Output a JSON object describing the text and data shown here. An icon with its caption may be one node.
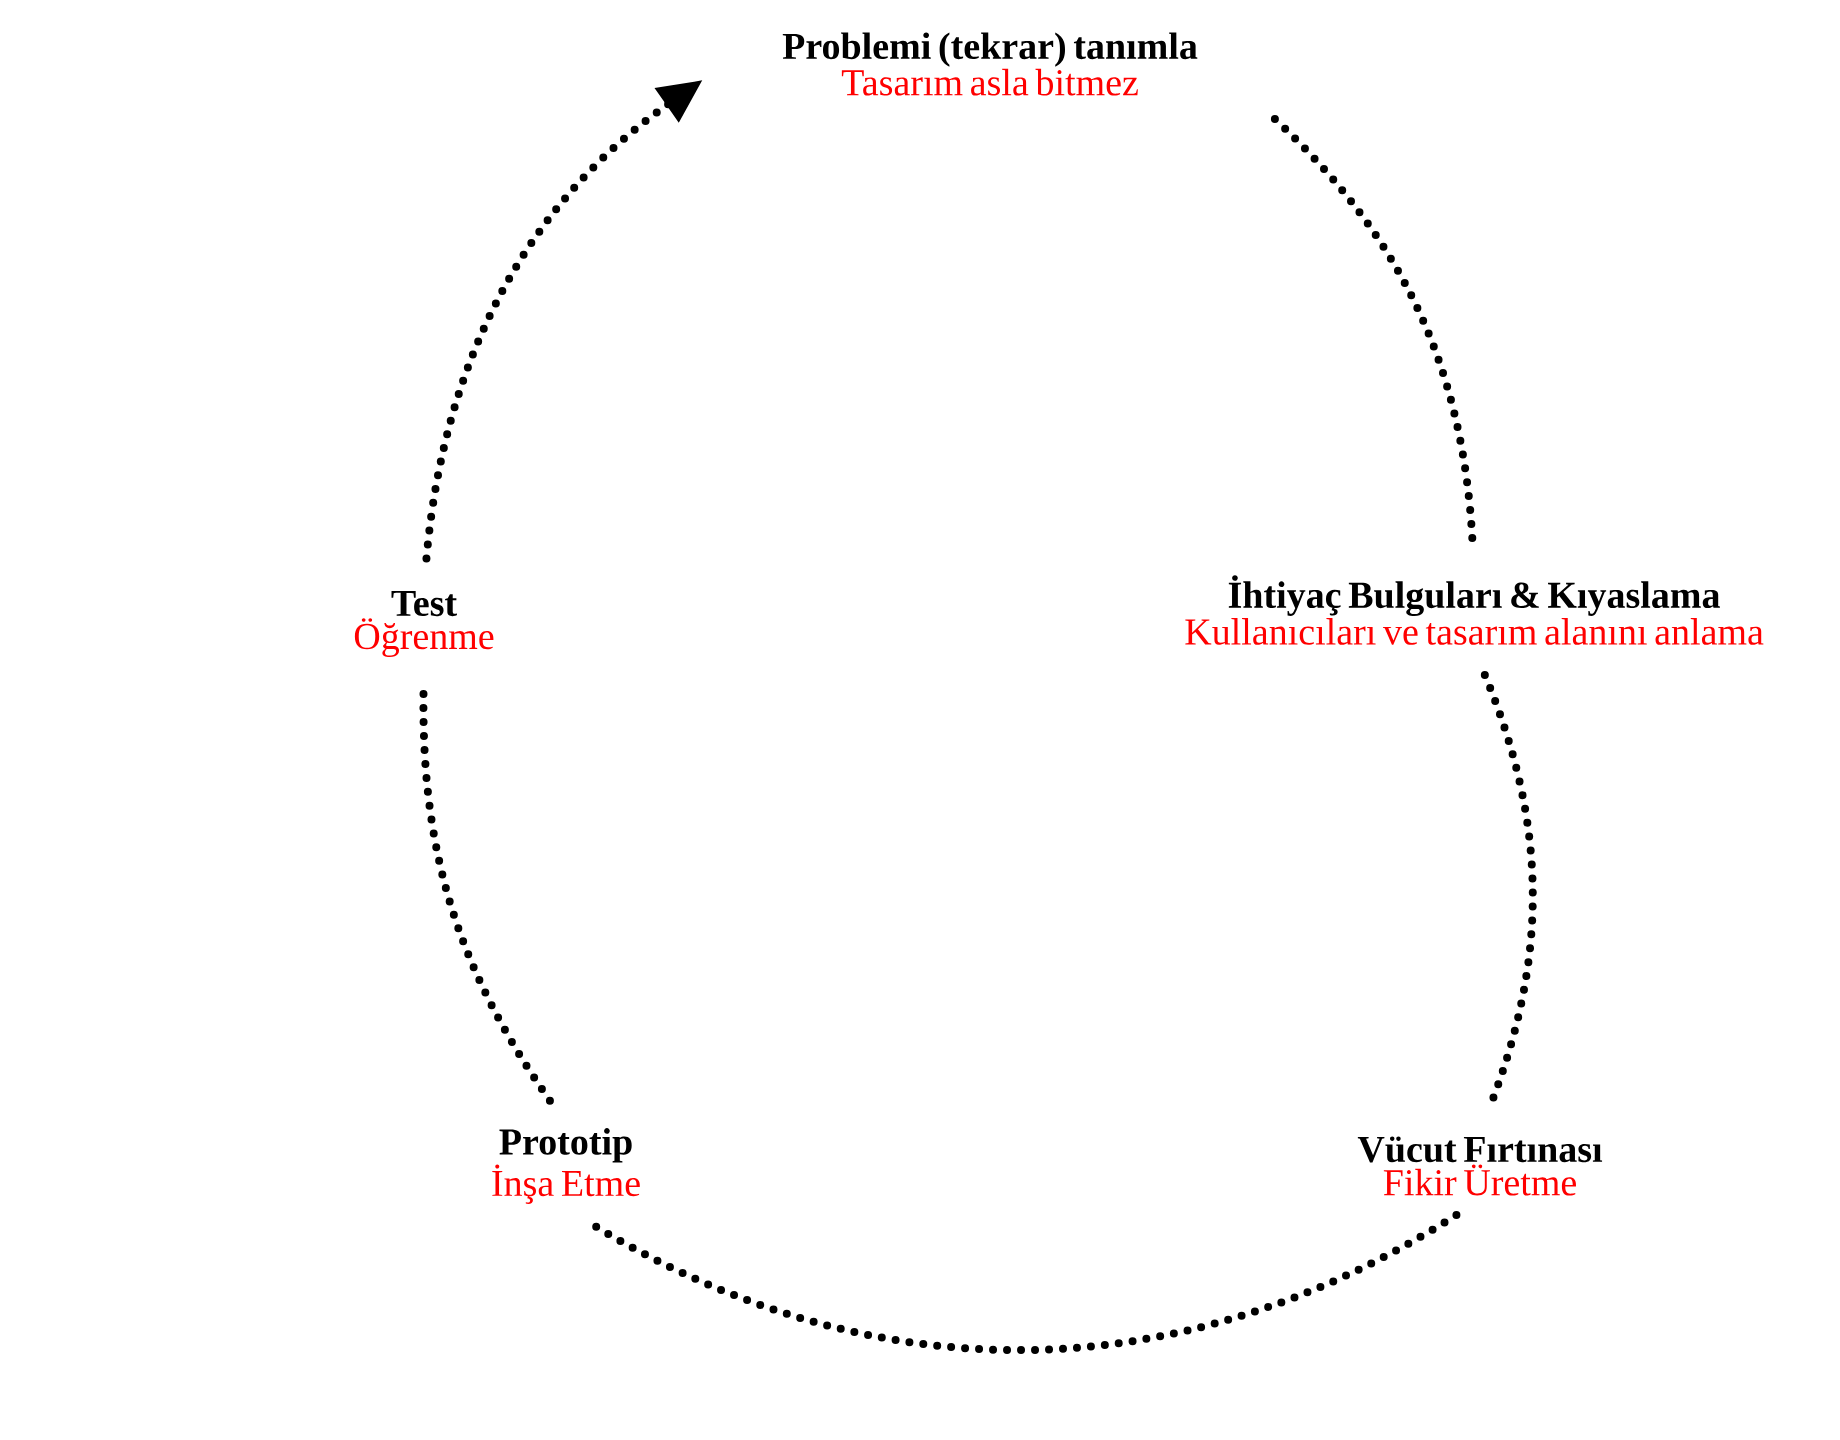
{
  "diagram": {
    "nodes": [
      {
        "text": [
          "Problemi (tekrar) tanımla",
          "Tasarım asla bitmez"
        ]
      },
      {
        "text": [
          "İhtiyaç Bulguları & Kıyaslama",
          "Kullanıcıları ve tasarım alanını anlama"
        ]
      },
      {
        "text": [
          "Vücut Fırtınası",
          "Fikir Üretme"
        ]
      },
      {
        "text": [
          "Prototip",
          "İnşa Etme"
        ]
      },
      {
        "text": [
          "Test",
          "Öğrenme"
        ]
      }
    ],
    "edges": [
      {
        "from": 0,
        "to": 1,
        "arrow": "none"
      },
      {
        "from": 1,
        "to": 2,
        "arrow": "none"
      },
      {
        "from": 2,
        "to": 3,
        "arrow": "none"
      },
      {
        "from": 3,
        "to": 4,
        "arrow": "none"
      },
      {
        "from": 4,
        "to": 0,
        "arrow": "to"
      }
    ]
  }
}
